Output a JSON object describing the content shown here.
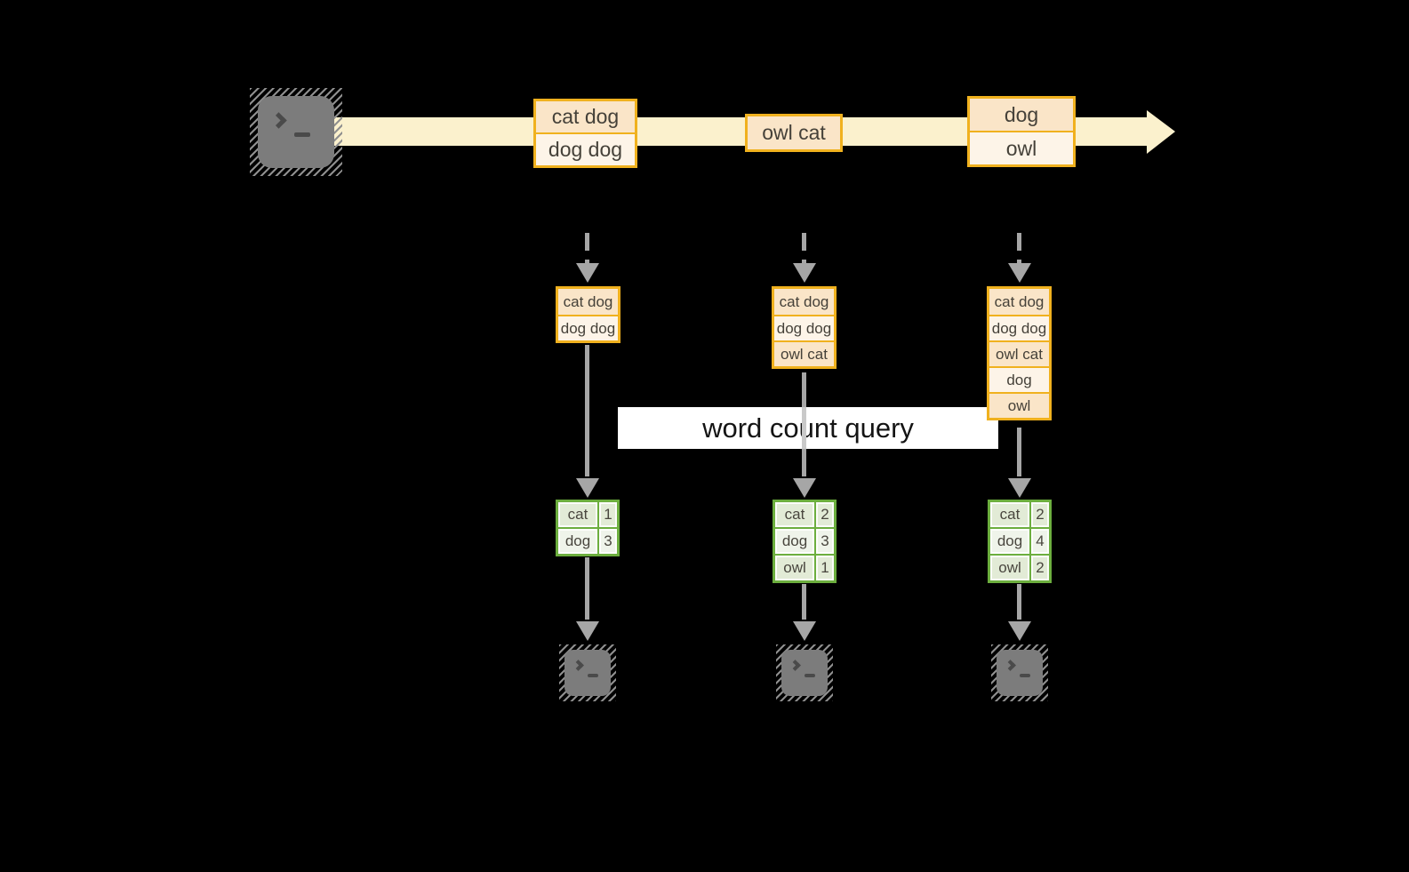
{
  "diagram": {
    "banner": {
      "label": "word count query"
    },
    "stream": {
      "batches": [
        {
          "lines": [
            "cat dog",
            "dog dog"
          ]
        },
        {
          "lines": [
            "owl cat"
          ]
        },
        {
          "lines": [
            "dog",
            "owl"
          ]
        }
      ]
    },
    "columns": [
      {
        "input_lines": [
          "cat dog",
          "dog dog"
        ],
        "counts": [
          {
            "word": "cat",
            "count": "1"
          },
          {
            "word": "dog",
            "count": "3"
          }
        ]
      },
      {
        "input_lines": [
          "cat dog",
          "dog dog",
          "owl cat"
        ],
        "counts": [
          {
            "word": "cat",
            "count": "2"
          },
          {
            "word": "dog",
            "count": "3"
          },
          {
            "word": "owl",
            "count": "1"
          }
        ]
      },
      {
        "input_lines": [
          "cat dog",
          "dog dog",
          "owl cat",
          "dog",
          "owl"
        ],
        "counts": [
          {
            "word": "cat",
            "count": "2"
          },
          {
            "word": "dog",
            "count": "4"
          },
          {
            "word": "owl",
            "count": "2"
          }
        ]
      }
    ],
    "colors": {
      "background": "#000000",
      "stream_band": "#FBF1CD",
      "box_border_orange": "#F0B11E",
      "box_fill_peach": "#FAE5C8",
      "box_fill_cream": "#FDF4E8",
      "table_border_green": "#6CAE3E",
      "table_cell_dark": "#E2EBD6",
      "table_cell_light": "#EFF4EA",
      "arrow_gray": "#A6A6A6",
      "terminal_gray": "#7C7C7C",
      "banner_bg": "#FFFFFF"
    }
  }
}
